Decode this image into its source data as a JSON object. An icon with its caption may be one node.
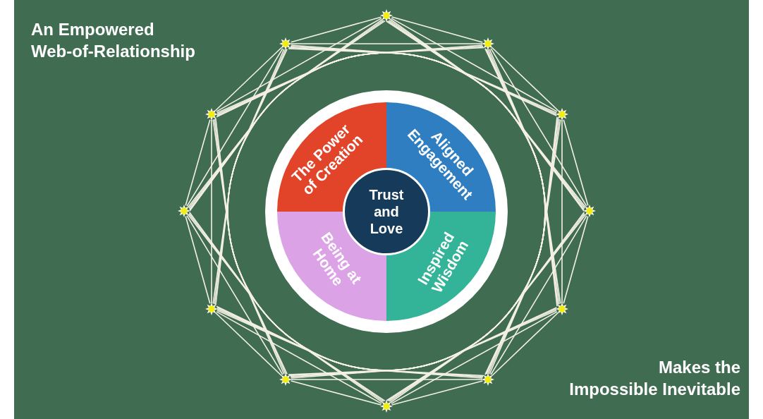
{
  "diagram": {
    "nodes": [
      {
        "text": [],
        "shape": "star"
      },
      {
        "text": [],
        "shape": "star"
      },
      {
        "text": [],
        "shape": "star"
      },
      {
        "text": [],
        "shape": "star"
      },
      {
        "text": [],
        "shape": "star"
      },
      {
        "text": [],
        "shape": "star"
      },
      {
        "text": [],
        "shape": "star"
      },
      {
        "text": [],
        "shape": "star"
      },
      {
        "text": [],
        "shape": "star"
      },
      {
        "text": [],
        "shape": "star"
      },
      {
        "text": [],
        "shape": "star"
      },
      {
        "text": [],
        "shape": "star"
      },
      {
        "text": [
          "The Power of Creation"
        ]
      },
      {
        "text": [
          "Aligned Engagement"
        ]
      },
      {
        "text": [
          "Being at Home"
        ]
      },
      {
        "text": [
          "Inspired Wisdom"
        ]
      },
      {
        "text": [
          "Trust and Love"
        ]
      }
    ],
    "edges": [
      {
        "from": 0,
        "to": 1,
        "arrow": "none"
      },
      {
        "from": 0,
        "to": 2,
        "arrow": "none"
      },
      {
        "from": 0,
        "to": 3,
        "arrow": "none"
      },
      {
        "from": 0,
        "to": 4,
        "arrow": "none"
      },
      {
        "from": 0,
        "to": 5,
        "arrow": "none"
      },
      {
        "from": 0,
        "to": 6,
        "arrow": "none"
      },
      {
        "from": 0,
        "to": 7,
        "arrow": "none"
      },
      {
        "from": 0,
        "to": 8,
        "arrow": "none"
      },
      {
        "from": 0,
        "to": 9,
        "arrow": "none"
      },
      {
        "from": 0,
        "to": 10,
        "arrow": "none"
      },
      {
        "from": 0,
        "to": 11,
        "arrow": "none"
      },
      {
        "from": 1,
        "to": 2,
        "arrow": "none"
      },
      {
        "from": 1,
        "to": 3,
        "arrow": "none"
      },
      {
        "from": 1,
        "to": 4,
        "arrow": "none"
      },
      {
        "from": 1,
        "to": 5,
        "arrow": "none"
      },
      {
        "from": 1,
        "to": 6,
        "arrow": "none"
      },
      {
        "from": 1,
        "to": 7,
        "arrow": "none"
      },
      {
        "from": 1,
        "to": 8,
        "arrow": "none"
      },
      {
        "from": 1,
        "to": 9,
        "arrow": "none"
      },
      {
        "from": 1,
        "to": 10,
        "arrow": "none"
      },
      {
        "from": 1,
        "to": 11,
        "arrow": "none"
      },
      {
        "from": 2,
        "to": 3,
        "arrow": "none"
      },
      {
        "from": 2,
        "to": 4,
        "arrow": "none"
      },
      {
        "from": 2,
        "to": 5,
        "arrow": "none"
      },
      {
        "from": 2,
        "to": 6,
        "arrow": "none"
      },
      {
        "from": 2,
        "to": 7,
        "arrow": "none"
      },
      {
        "from": 2,
        "to": 8,
        "arrow": "none"
      },
      {
        "from": 2,
        "to": 9,
        "arrow": "none"
      },
      {
        "from": 2,
        "to": 10,
        "arrow": "none"
      },
      {
        "from": 2,
        "to": 11,
        "arrow": "none"
      },
      {
        "from": 3,
        "to": 4,
        "arrow": "none"
      },
      {
        "from": 3,
        "to": 5,
        "arrow": "none"
      },
      {
        "from": 3,
        "to": 6,
        "arrow": "none"
      },
      {
        "from": 3,
        "to": 7,
        "arrow": "none"
      },
      {
        "from": 3,
        "to": 8,
        "arrow": "none"
      },
      {
        "from": 3,
        "to": 9,
        "arrow": "none"
      },
      {
        "from": 3,
        "to": 10,
        "arrow": "none"
      },
      {
        "from": 3,
        "to": 11,
        "arrow": "none"
      },
      {
        "from": 4,
        "to": 5,
        "arrow": "none"
      },
      {
        "from": 4,
        "to": 6,
        "arrow": "none"
      },
      {
        "from": 4,
        "to": 7,
        "arrow": "none"
      },
      {
        "from": 4,
        "to": 8,
        "arrow": "none"
      },
      {
        "from": 4,
        "to": 9,
        "arrow": "none"
      },
      {
        "from": 4,
        "to": 10,
        "arrow": "none"
      },
      {
        "from": 4,
        "to": 11,
        "arrow": "none"
      },
      {
        "from": 5,
        "to": 6,
        "arrow": "none"
      },
      {
        "from": 5,
        "to": 7,
        "arrow": "none"
      },
      {
        "from": 5,
        "to": 8,
        "arrow": "none"
      },
      {
        "from": 5,
        "to": 9,
        "arrow": "none"
      },
      {
        "from": 5,
        "to": 10,
        "arrow": "none"
      },
      {
        "from": 5,
        "to": 11,
        "arrow": "none"
      },
      {
        "from": 6,
        "to": 7,
        "arrow": "none"
      },
      {
        "from": 6,
        "to": 8,
        "arrow": "none"
      },
      {
        "from": 6,
        "to": 9,
        "arrow": "none"
      },
      {
        "from": 6,
        "to": 10,
        "arrow": "none"
      },
      {
        "from": 6,
        "to": 11,
        "arrow": "none"
      },
      {
        "from": 7,
        "to": 8,
        "arrow": "none"
      },
      {
        "from": 7,
        "to": 9,
        "arrow": "none"
      },
      {
        "from": 7,
        "to": 10,
        "arrow": "none"
      },
      {
        "from": 7,
        "to": 11,
        "arrow": "none"
      },
      {
        "from": 8,
        "to": 9,
        "arrow": "none"
      },
      {
        "from": 8,
        "to": 10,
        "arrow": "none"
      },
      {
        "from": 8,
        "to": 11,
        "arrow": "none"
      },
      {
        "from": 9,
        "to": 10,
        "arrow": "none"
      },
      {
        "from": 9,
        "to": 11,
        "arrow": "none"
      },
      {
        "from": 10,
        "to": 11,
        "arrow": "none"
      }
    ],
    "labels": [
      "An Empowered Web-of-Relationship",
      "Makes the Impossible Inevitable"
    ]
  }
}
